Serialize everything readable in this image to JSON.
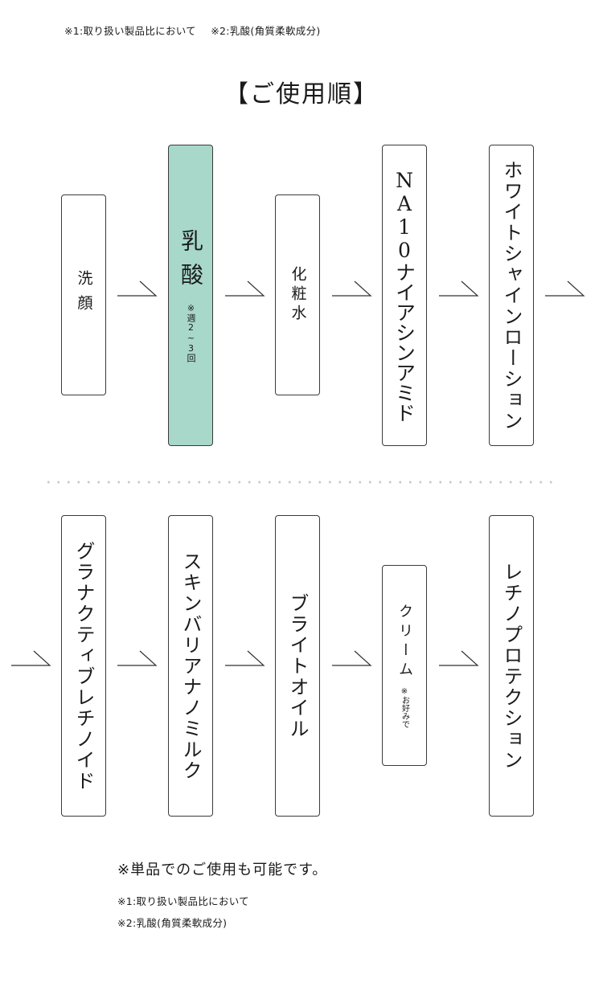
{
  "footnotes": {
    "note1": "※1:取り扱い製品比において",
    "note2": "※2:乳酸(角質柔軟成分)"
  },
  "title": "【ご使用順】",
  "steps_row1": [
    {
      "label": "洗顔",
      "sub": ""
    },
    {
      "label": "乳酸",
      "sub": "※週2~3回",
      "highlight": true
    },
    {
      "label": "化粧水",
      "sub": ""
    },
    {
      "label": "NA10ナイアシンアミド",
      "sub": ""
    },
    {
      "label": "ホワイトシャインローション",
      "sub": ""
    }
  ],
  "steps_row2": [
    {
      "label": "グラナクティブレチノイド",
      "sub": ""
    },
    {
      "label": "スキンバリアナノミルク",
      "sub": ""
    },
    {
      "label": "ブライトオイル",
      "sub": ""
    },
    {
      "label": "クリーム",
      "sub": "※お好みで"
    },
    {
      "label": "レチノプロテクション",
      "sub": ""
    }
  ],
  "footer": {
    "main": "※単品でのご使用も可能です。",
    "note1": "※1:取り扱い製品比において",
    "note2": "※2:乳酸(角質柔軟成分)"
  },
  "colors": {
    "highlight": "#a7d8c9",
    "border": "#3a3a3a",
    "dots": "#c8c8c8"
  }
}
